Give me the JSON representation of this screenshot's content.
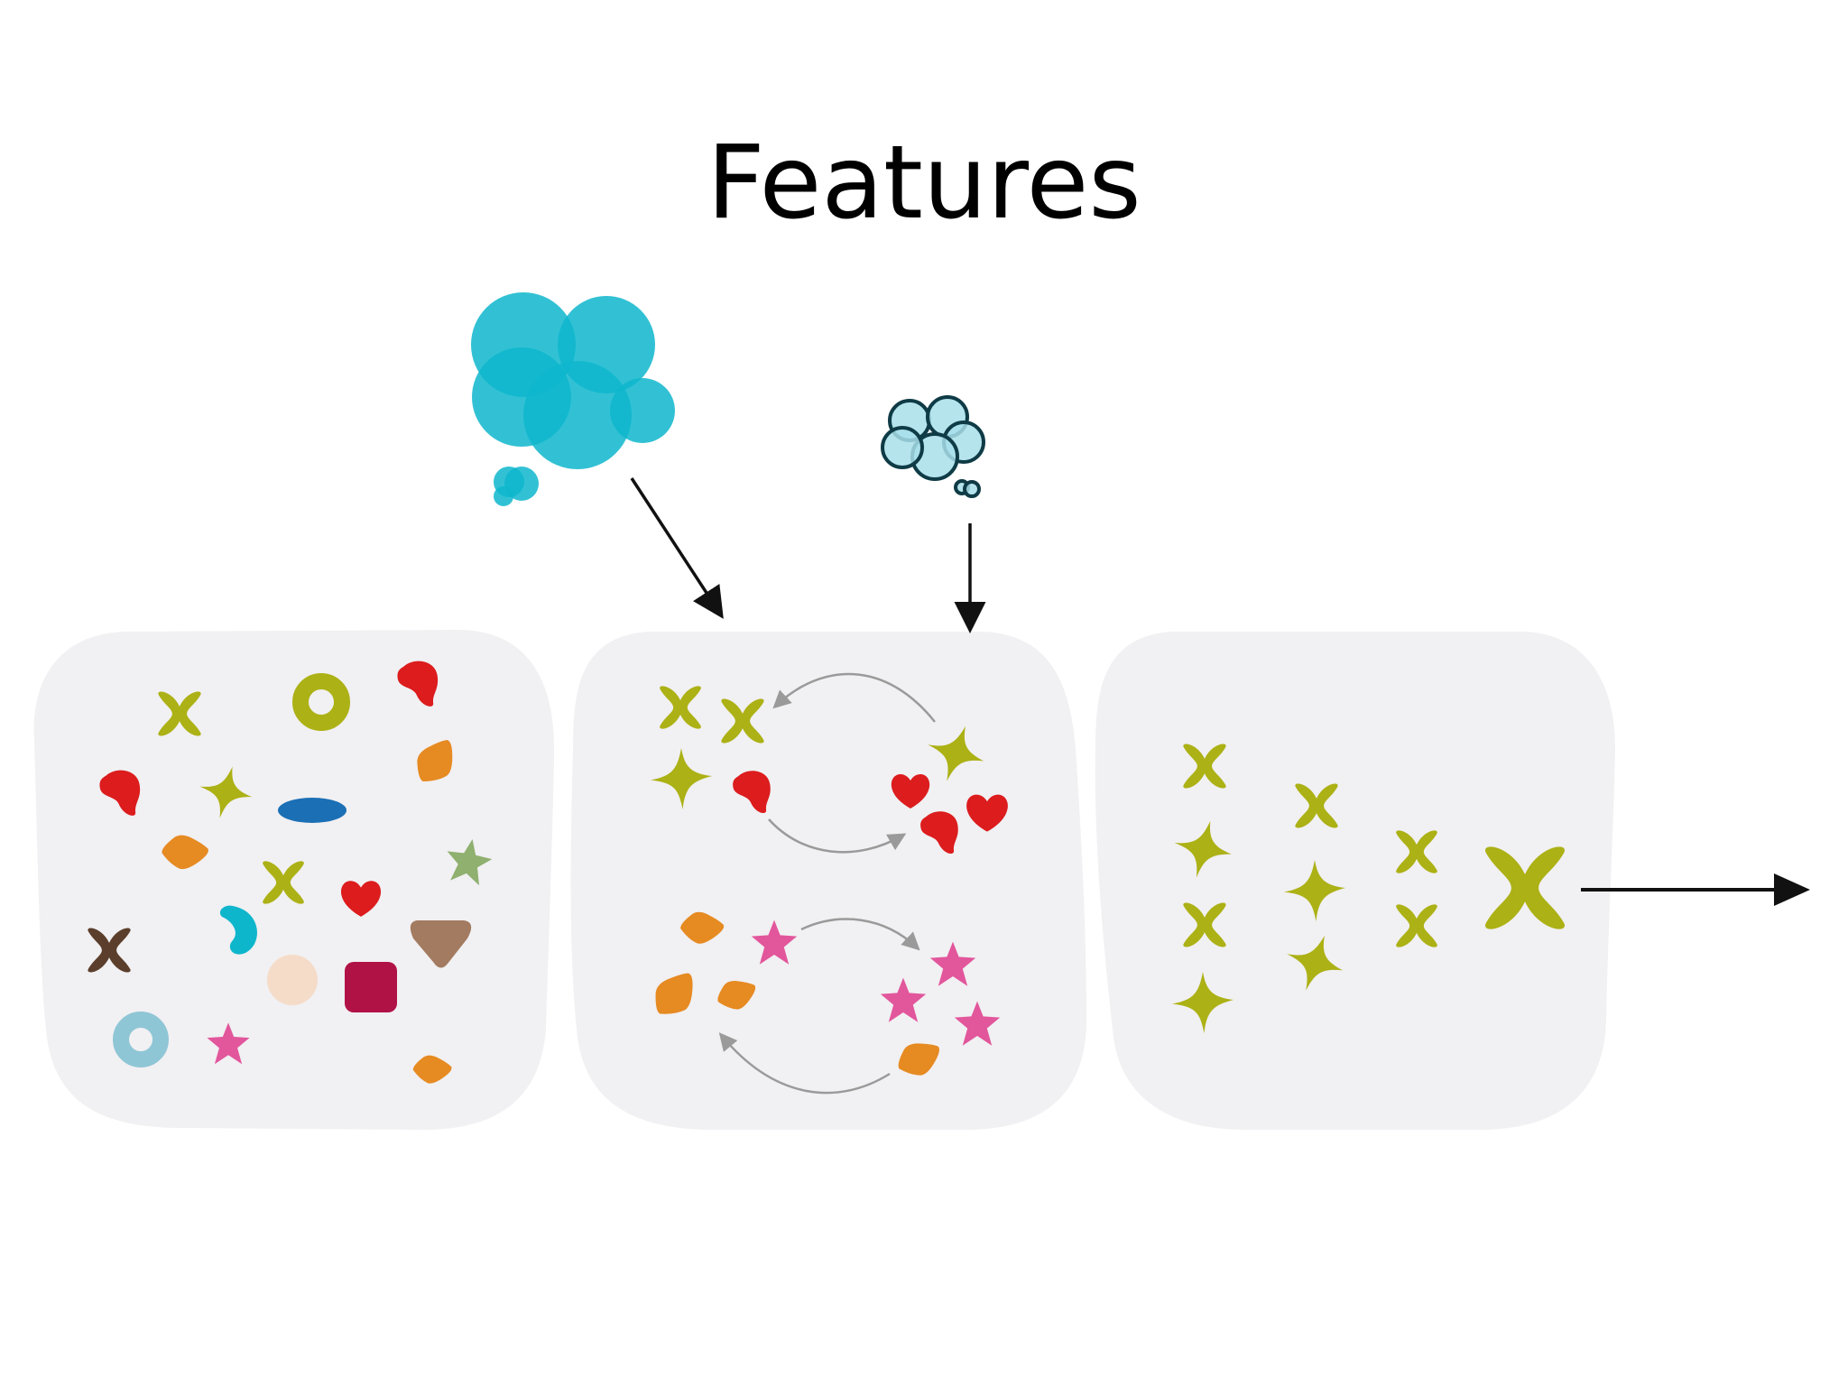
{
  "slide": {
    "title": "Features"
  },
  "colors": {
    "panel": "#f1f0f2",
    "olive": "#acb115",
    "red": "#dc1c1d",
    "orange": "#e68a22",
    "pink": "#e2569c",
    "cyan": "#0eb6cc",
    "light_cyan": "#a8dfea",
    "dark_blue": "#1b6fb5",
    "brown": "#5b3e2b",
    "tan": "#a27b61",
    "sage": "#8fb06f",
    "peach": "#f5dcc9",
    "crimson": "#b01246",
    "sky_ring": "#8fc6d6",
    "arrow": "#111111",
    "cycle_arrow": "#9a9a9a"
  },
  "icons": {
    "thought_large": "thought-bubble-cyan",
    "thought_small": "thought-bubble-light-cyan",
    "output": "right-arrow"
  }
}
